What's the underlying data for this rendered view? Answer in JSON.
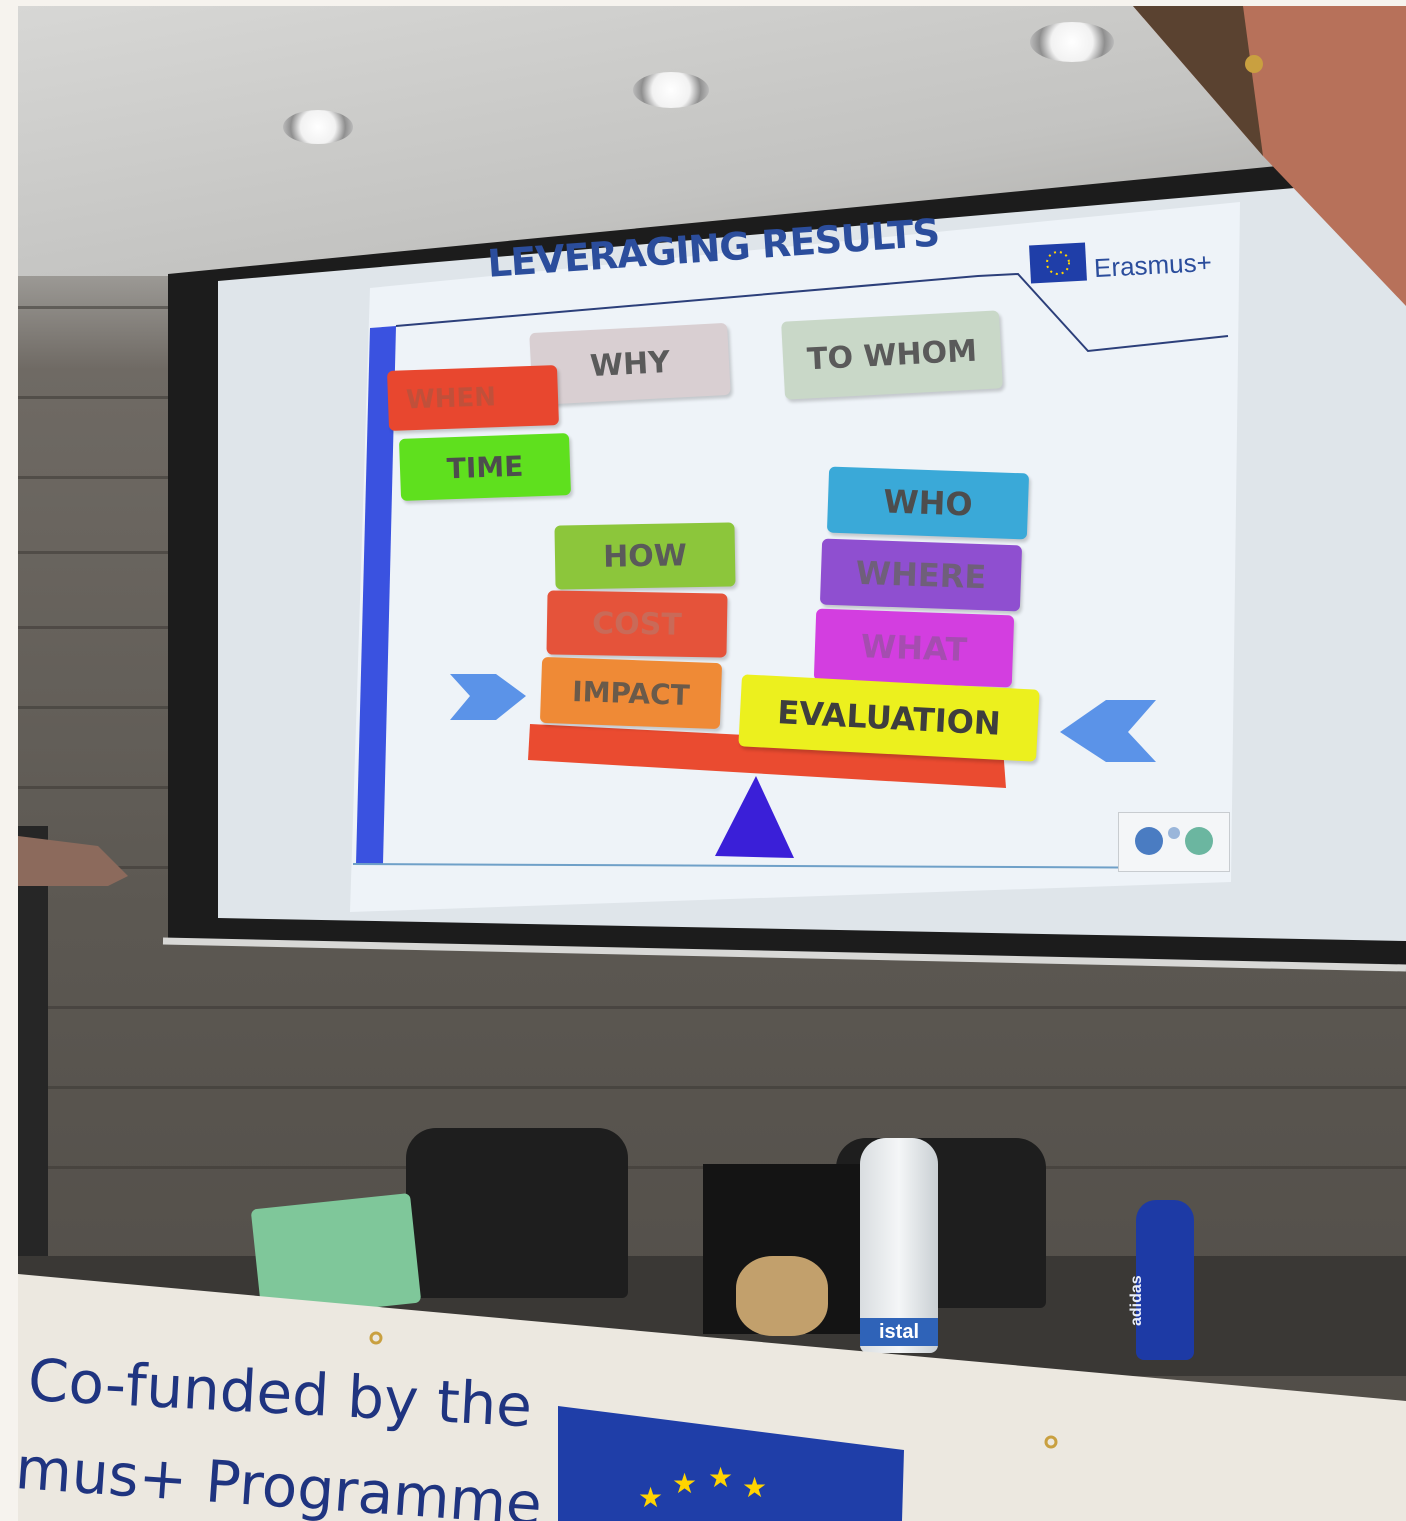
{
  "slide": {
    "title": "LEVERAGING RESULTS",
    "logo_text": "Erasmus+",
    "blocks": {
      "why": "WHY",
      "to_whom": "TO WHOM",
      "when": "WHEN",
      "time": "TIME",
      "who": "WHO",
      "how": "HOW",
      "where": "WHERE",
      "cost": "COST",
      "what": "WHAT",
      "impact": "IMPACT",
      "evaluation": "EVALUATION"
    }
  },
  "banner": {
    "line1": "Co-funded by the",
    "line2": "mus+ Programme"
  },
  "bottle_label": "istal",
  "water_bottle_brand": "adidas",
  "colors": {
    "title_blue": "#2b4d9c",
    "why": "#d9cfd2",
    "to_whom": "#c9d8c8",
    "when": "#e8472f",
    "time": "#5fe01e",
    "who": "#3aa9d8",
    "how": "#8cc63b",
    "where": "#8f4fd0",
    "cost": "#e5533a",
    "what": "#d33ee0",
    "impact": "#ef8a36",
    "evaluation": "#ecf01e",
    "beam": "#ea4b30",
    "fulcrum": "#3a1fd8",
    "arrows": "#5b93e8"
  }
}
